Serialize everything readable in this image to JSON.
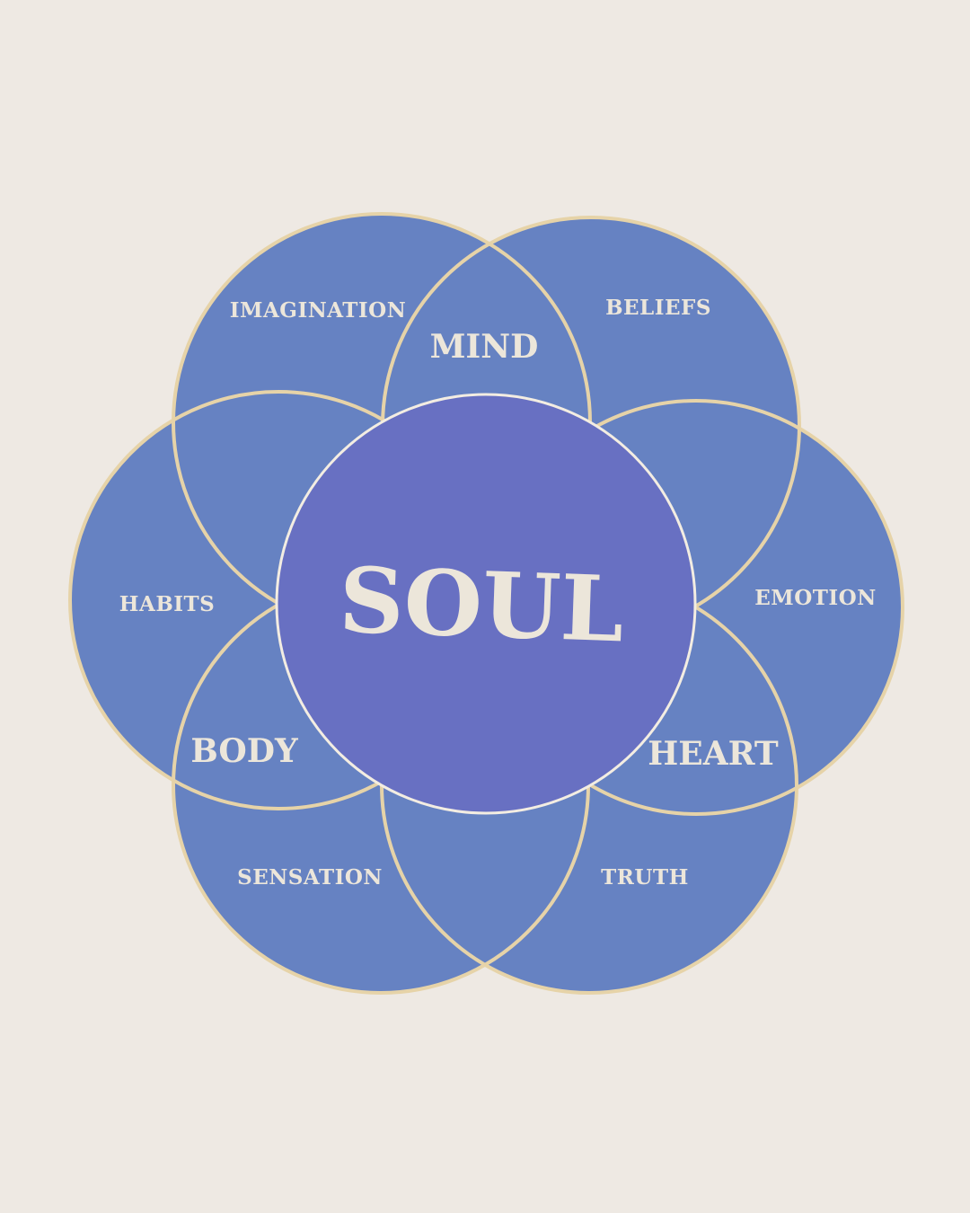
{
  "center": {
    "label": "SOUL"
  },
  "domains": {
    "mind": "MIND",
    "heart": "HEART",
    "body": "BODY"
  },
  "petals": {
    "imagination": "IMAGINATION",
    "beliefs": "BELIEFS",
    "habits": "HABITS",
    "emotion": "EMOTION",
    "sensation": "SENSATION",
    "truth": "TRUTH"
  },
  "colors": {
    "background": "#eee9e3",
    "outer_fill": "#6682c2",
    "center_fill": "#6870c2",
    "outline": "#e6d3a8",
    "text": "#ece6da"
  }
}
